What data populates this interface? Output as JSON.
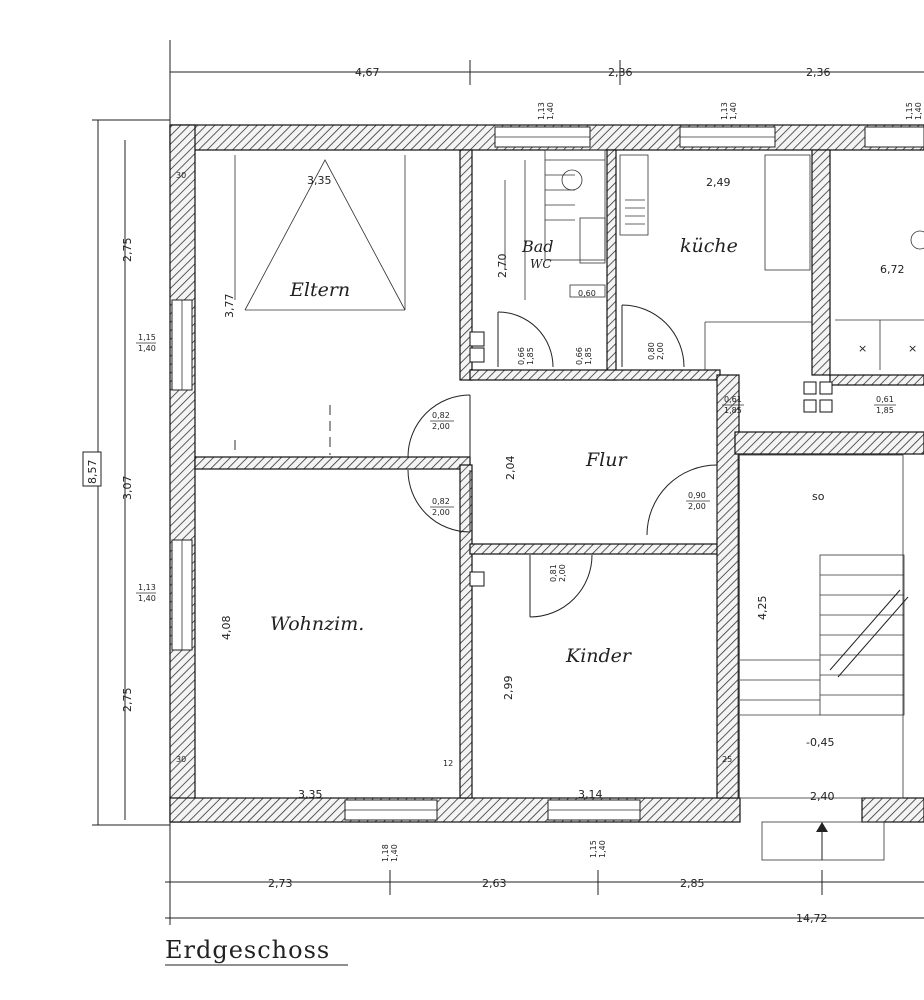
{
  "title": "Erdgeschoss",
  "rooms": {
    "eltern": "Eltern",
    "bad": "Bad",
    "wc": "WC",
    "kueche": "küche",
    "flur": "Flur",
    "wohnzimmer": "Wohnzim.",
    "kinder": "Kinder"
  },
  "dimensions": {
    "top_left": "4,67",
    "top_mid": "2,36",
    "top_right": "2,36",
    "bottom_1": "2,73",
    "bottom_2": "2,63",
    "bottom_3": "2,85",
    "overall": "14,72",
    "left_total": "8,57",
    "left_upper": "2,75",
    "left_mid": "3,07",
    "left_lower": "2,75",
    "eltern_width": "3,35",
    "eltern_depth": "3,77",
    "kueche_width": "2,49",
    "bad_depth": "2,70",
    "bad_small": "0,60",
    "flur_depth": "2,04",
    "wohn_depth": "4,08",
    "wohn_width": "3,35",
    "kinder_depth": "2,99",
    "kinder_width": "3,14",
    "stair_depth": "4,25",
    "stair_width": "2,40",
    "stair_level": "-0,45",
    "right_room": "6,72",
    "wall_30": "30",
    "wall_12": "12",
    "wall_25": "25",
    "stair_so": "so"
  },
  "openings": {
    "window_upper_left": [
      "1,15",
      "1,40"
    ],
    "window_lower_left": [
      "1,13",
      "1,40"
    ],
    "window_bad": [
      "1,13",
      "1,40"
    ],
    "window_kueche": [
      "1,13",
      "1,40"
    ],
    "window_right": [
      "1,15",
      "1,40"
    ],
    "window_bottom_wohn": [
      "1,18",
      "1,40"
    ],
    "window_bottom_kinder": [
      "1,15",
      "1,40"
    ],
    "door_eltern": [
      "0,82",
      "2,00"
    ],
    "door_wohn": [
      "0,82",
      "2,00"
    ],
    "door_kinder": [
      "0,81",
      "2,00"
    ],
    "door_entry": [
      "0,90",
      "2,00"
    ],
    "door_kueche": [
      "0,80",
      "2,00"
    ],
    "door_bad": [
      "0,66",
      "1,85"
    ],
    "door_wc": [
      "0,66",
      "1,85"
    ],
    "door_closet": [
      "0,61",
      "1,85"
    ],
    "door_right": [
      "0,61",
      "1,85"
    ]
  }
}
